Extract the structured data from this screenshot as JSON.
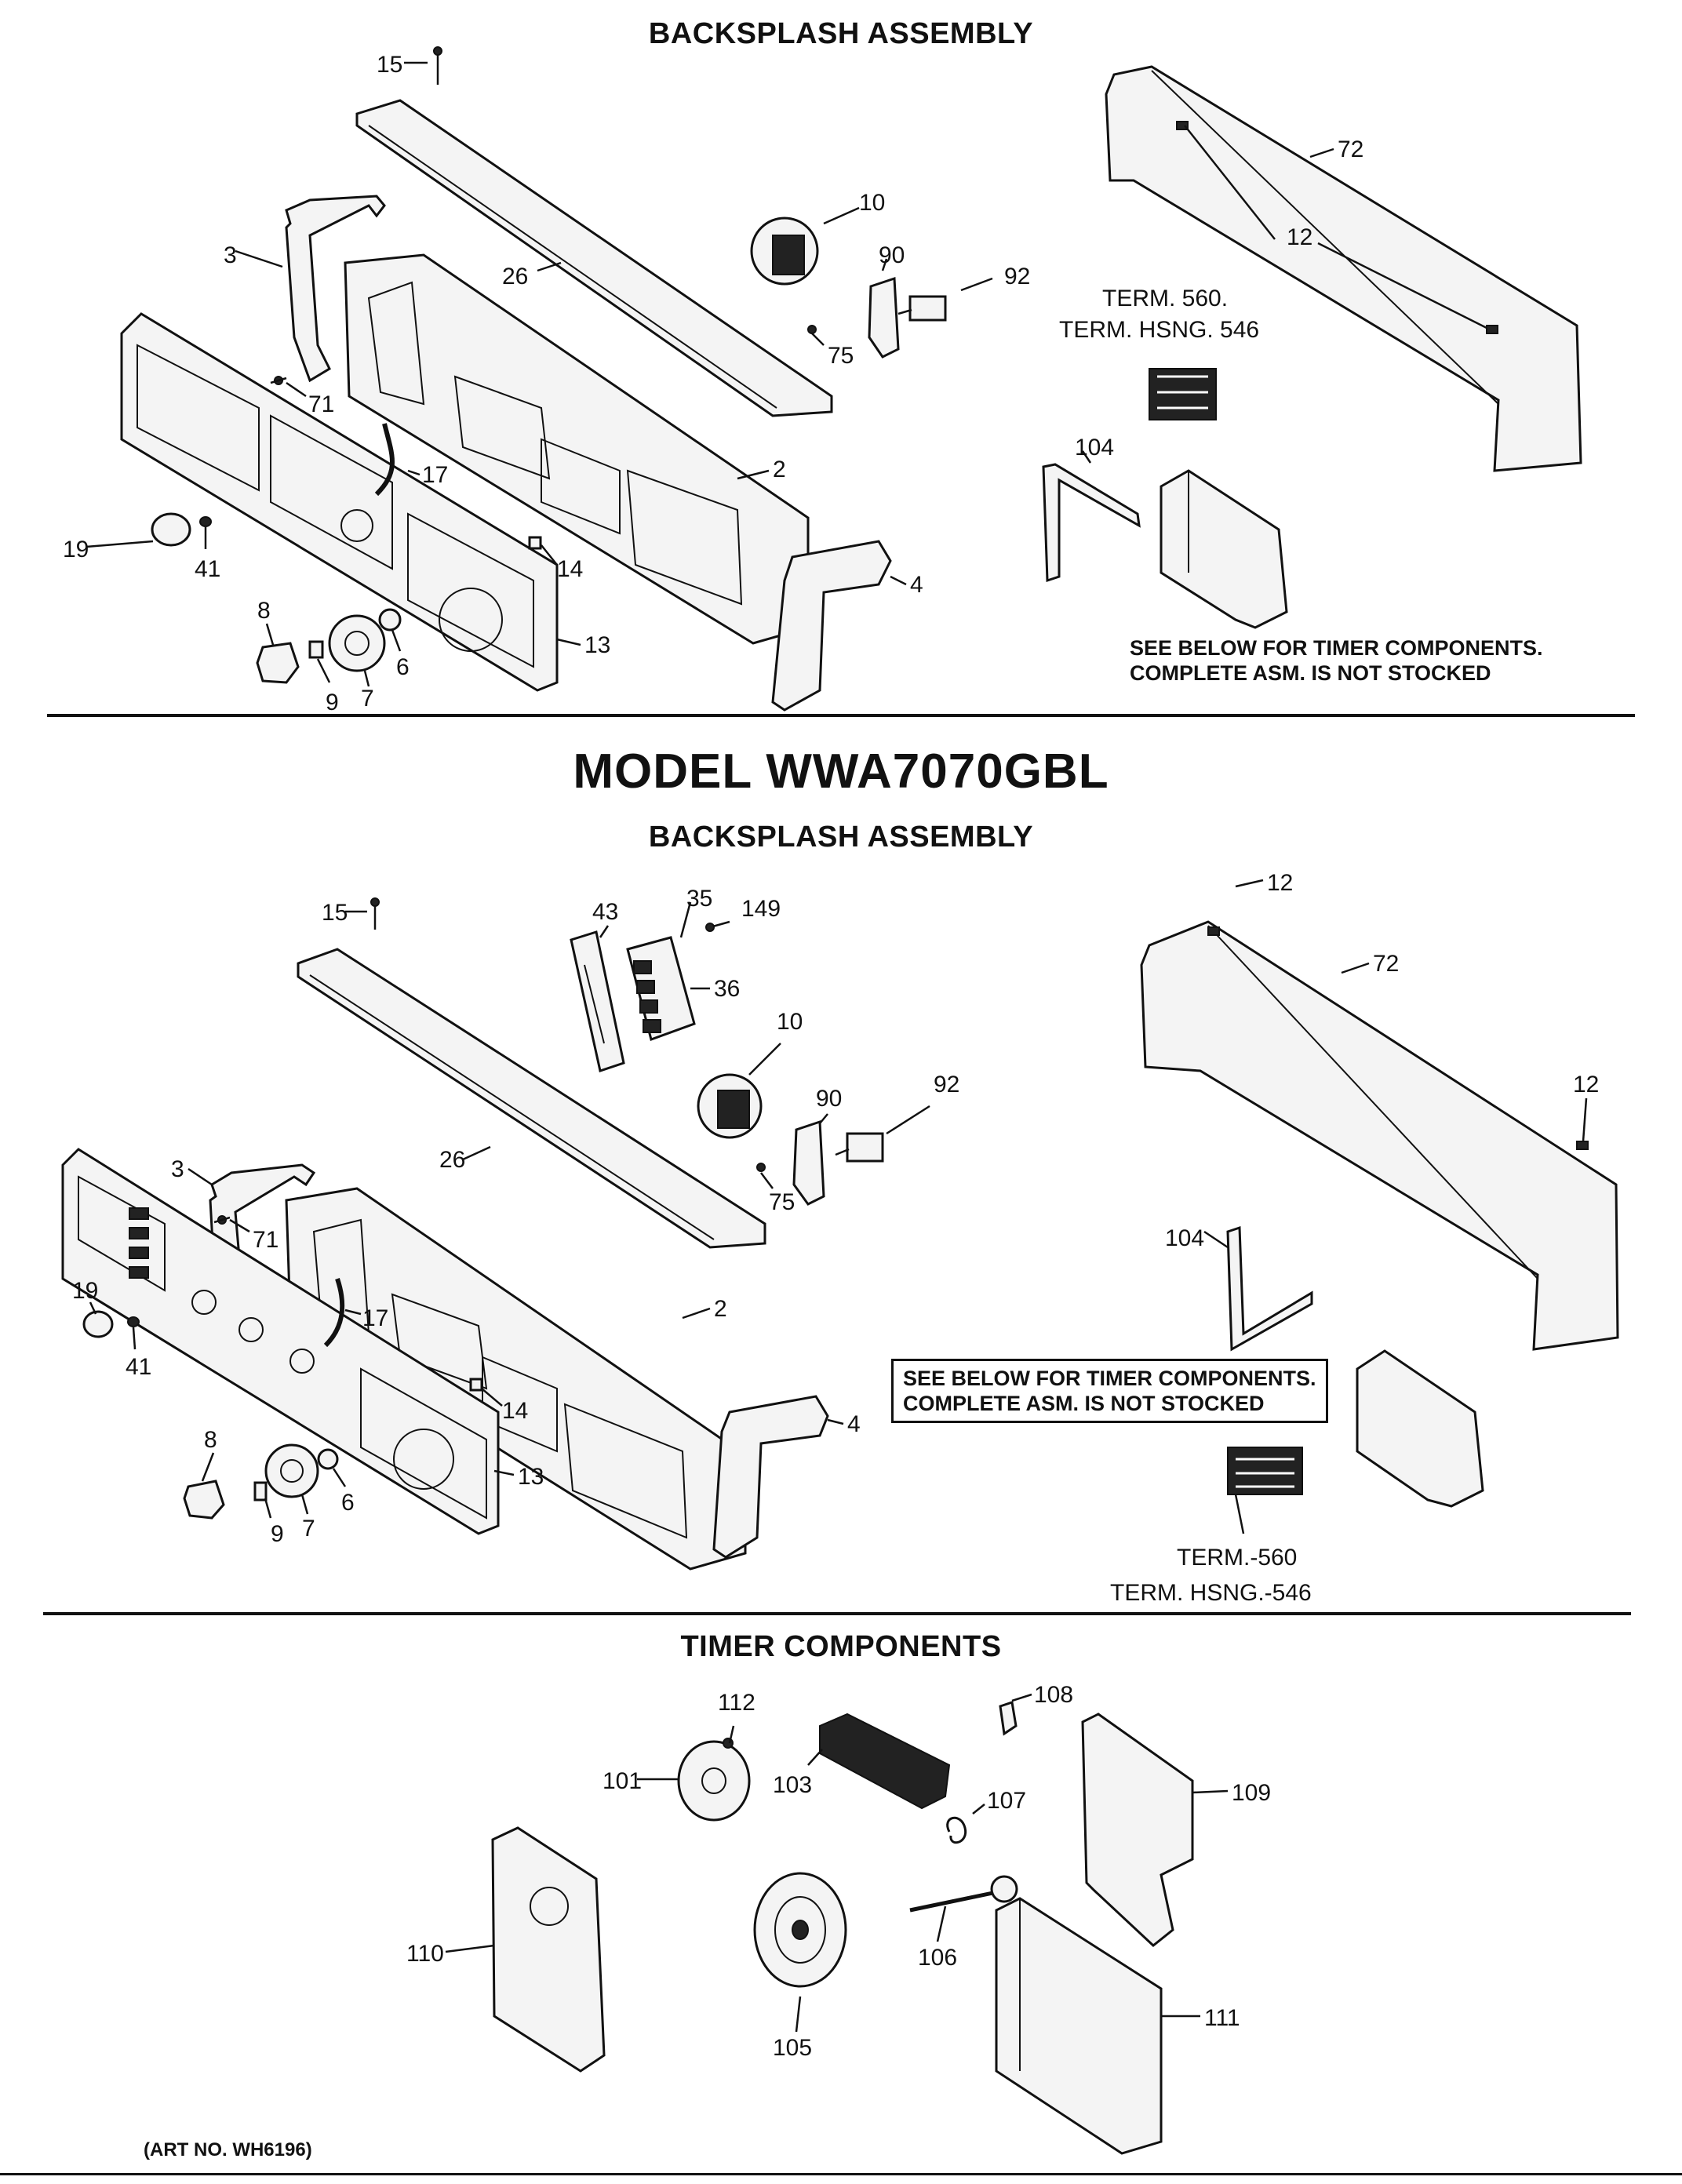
{
  "sections": {
    "top_title": "BACKSPLASH ASSEMBLY",
    "model_title": "MODEL WWA7070GBL",
    "model_sub": "BACKSPLASH ASSEMBLY",
    "timer_title": "TIMER COMPONENTS"
  },
  "notes": {
    "top_line1": "SEE BELOW FOR TIMER COMPONENTS.",
    "top_line2": "COMPLETE ASM. IS NOT STOCKED",
    "mid_line1": "SEE BELOW FOR TIMER COMPONENTS.",
    "mid_line2": "COMPLETE ASM. IS NOT STOCKED",
    "art_no": "(ART NO. WH6196)"
  },
  "top_labels": {
    "l15": "15",
    "l10": "10",
    "l72": "72",
    "l3": "3",
    "l26": "26",
    "l90": "90",
    "l92": "92",
    "l12": "12",
    "term": "TERM. 560.",
    "hsng": "TERM. HSNG. 546",
    "l75": "75",
    "l71": "71",
    "l17": "17",
    "l2": "2",
    "l104": "104",
    "l19": "19",
    "l41": "41",
    "l14": "14",
    "l4": "4",
    "l8": "8",
    "l13": "13",
    "l6": "6",
    "l9": "9",
    "l7": "7"
  },
  "mid_labels": {
    "l15": "15",
    "l43": "43",
    "l35": "35",
    "l149": "149",
    "l12a": "12",
    "l36": "36",
    "l72": "72",
    "l10": "10",
    "l3": "3",
    "l90": "90",
    "l92": "92",
    "l12b": "12",
    "l26": "26",
    "l75": "75",
    "l71": "71",
    "l104": "104",
    "l19": "19",
    "l17": "17",
    "l2": "2",
    "l41": "41",
    "l14": "14",
    "l4": "4",
    "l8": "8",
    "l13": "13",
    "l6": "6",
    "l9": "9",
    "l7": "7",
    "term": "TERM.-560",
    "hsng": "TERM. HSNG.-546"
  },
  "timer_labels": {
    "l112": "112",
    "l108": "108",
    "l101": "101",
    "l103": "103",
    "l109": "109",
    "l107": "107",
    "l110": "110",
    "l106": "106",
    "l105": "105",
    "l111": "111"
  }
}
